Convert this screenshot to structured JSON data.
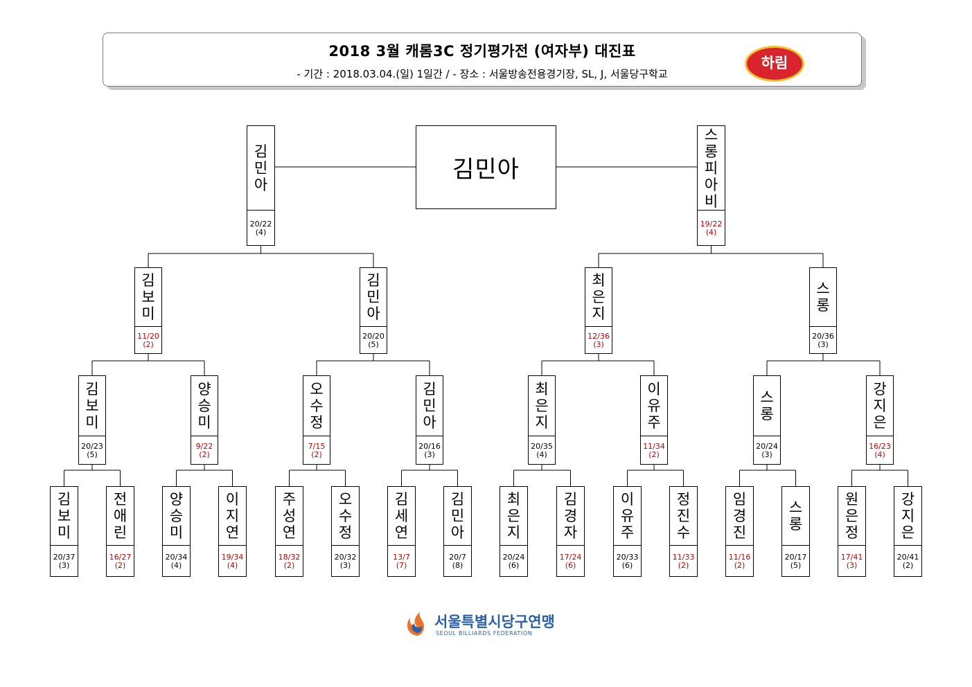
{
  "header": {
    "title": "2018  3월  캐롬3C  정기평가전  (여자부)  대진표",
    "subtitle": "-  기간  :  2018.03.04.(일)  1일간  /  -  장소  :  서울방송전용경기장,  SL,  J,  서울당구학교",
    "sponsor_logo": "하림"
  },
  "champion": "김민아",
  "colors": {
    "loss_score": "#c00000",
    "win_score": "#000000",
    "federation": "#2b5fa8",
    "sponsor": "#d9232d"
  },
  "bracket": {
    "final": [
      {
        "name": "김민아",
        "score": "20/22",
        "innings": "(4)",
        "loss": false
      },
      {
        "name": "스롱피아비",
        "score": "19/22",
        "innings": "(4)",
        "loss": true
      }
    ],
    "semifinal": [
      {
        "name": "김보미",
        "score": "11/20",
        "innings": "(2)",
        "loss": true
      },
      {
        "name": "김민아",
        "score": "20/20",
        "innings": "(5)",
        "loss": false
      },
      {
        "name": "최은지",
        "score": "12/36",
        "innings": "(3)",
        "loss": true
      },
      {
        "name": "스롱",
        "score": "20/36",
        "innings": "(3)",
        "loss": false
      }
    ],
    "quarterfinal": [
      {
        "name": "김보미",
        "score": "20/23",
        "innings": "(5)",
        "loss": false
      },
      {
        "name": "양승미",
        "score": "9/22",
        "innings": "(2)",
        "loss": true
      },
      {
        "name": "오수정",
        "score": "7/15",
        "innings": "(2)",
        "loss": true
      },
      {
        "name": "김민아",
        "score": "20/16",
        "innings": "(3)",
        "loss": false
      },
      {
        "name": "최은지",
        "score": "20/35",
        "innings": "(4)",
        "loss": false
      },
      {
        "name": "이유주",
        "score": "11/34",
        "innings": "(2)",
        "loss": true
      },
      {
        "name": "스롱",
        "score": "20/24",
        "innings": "(3)",
        "loss": false
      },
      {
        "name": "강지은",
        "score": "16/23",
        "innings": "(4)",
        "loss": true
      }
    ],
    "round16": [
      {
        "name": "김보미",
        "score": "20/37",
        "innings": "(3)",
        "loss": false
      },
      {
        "name": "전애린",
        "score": "16/27",
        "innings": "(2)",
        "loss": true
      },
      {
        "name": "양승미",
        "score": "20/34",
        "innings": "(4)",
        "loss": false
      },
      {
        "name": "이지연",
        "score": "19/34",
        "innings": "(4)",
        "loss": true
      },
      {
        "name": "주성연",
        "score": "18/32",
        "innings": "(2)",
        "loss": true
      },
      {
        "name": "오수정",
        "score": "20/32",
        "innings": "(3)",
        "loss": false
      },
      {
        "name": "김세연",
        "score": "13/7",
        "innings": "(7)",
        "loss": true
      },
      {
        "name": "김민아",
        "score": "20/7",
        "innings": "(8)",
        "loss": false
      },
      {
        "name": "최은지",
        "score": "20/24",
        "innings": "(6)",
        "loss": false
      },
      {
        "name": "김경자",
        "score": "17/24",
        "innings": "(6)",
        "loss": true
      },
      {
        "name": "이유주",
        "score": "20/33",
        "innings": "(6)",
        "loss": false
      },
      {
        "name": "정진수",
        "score": "11/33",
        "innings": "(2)",
        "loss": true
      },
      {
        "name": "임경진",
        "score": "11/16",
        "innings": "(2)",
        "loss": true
      },
      {
        "name": "스롱",
        "score": "20/17",
        "innings": "(5)",
        "loss": false
      },
      {
        "name": "원은정",
        "score": "17/41",
        "innings": "(3)",
        "loss": true
      },
      {
        "name": "강지은",
        "score": "20/41",
        "innings": "(2)",
        "loss": false
      }
    ]
  },
  "footer": {
    "federation_name": "서울특별시당구연맹",
    "federation_sub": "SEOUL BILLIARDS FEDERATION"
  }
}
